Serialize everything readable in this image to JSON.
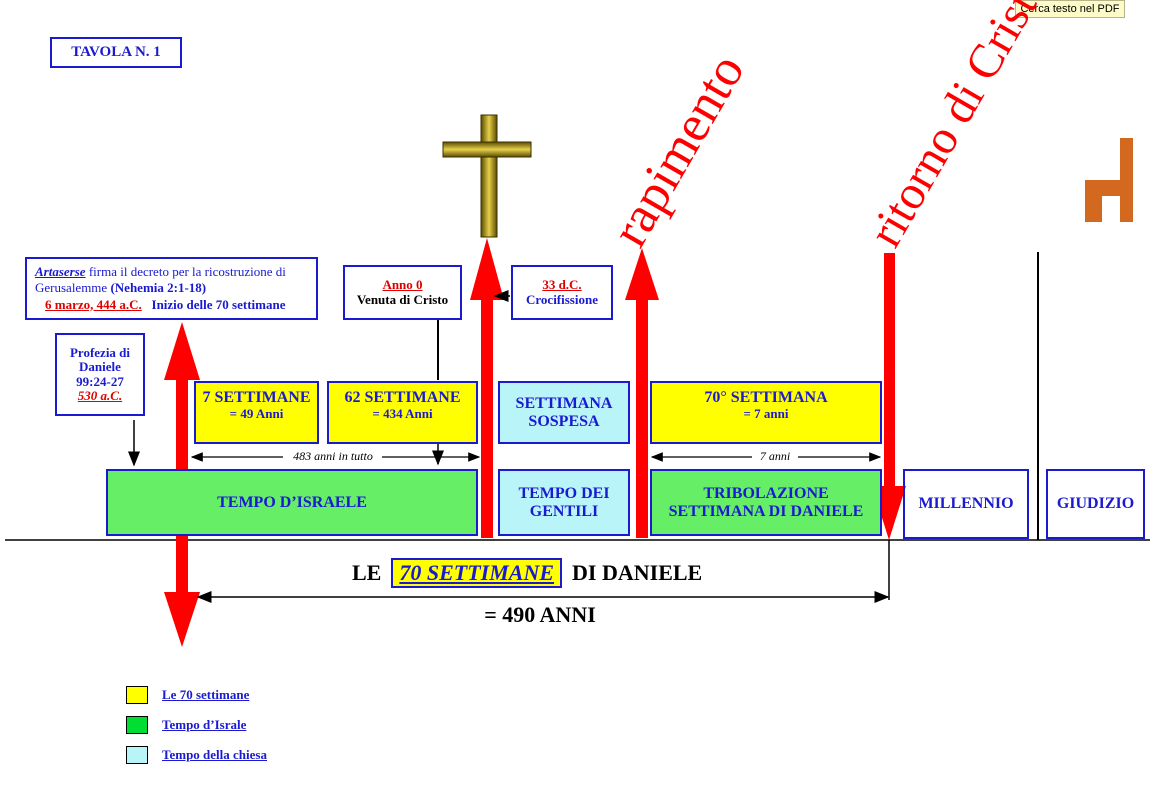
{
  "tooltip": "Cerca testo nel PDF",
  "tavola": "TAVOLA N. 1",
  "artaserse": {
    "name": "Artaserse",
    "text1": " firma il decreto per la ricostruzione di Gerusalemme ",
    "ref": "(Nehemia 2:1-18)",
    "date": "6 marzo, 444 a.C.",
    "text2": "Inizio delle 70 settimane"
  },
  "profezia": {
    "l1": "Profezia di",
    "l2": "Daniele",
    "l3": "99:24-27",
    "date": "530 a.C."
  },
  "anno0": {
    "title": "Anno 0",
    "sub": "Venuta di Cristo"
  },
  "crocifissione": {
    "title": "33 d.C.",
    "sub": "Crocifissione"
  },
  "weeks": {
    "w7": {
      "title": "7 SETTIMANE",
      "sub": "= 49 Anni"
    },
    "w62": {
      "title": "62 SETTIMANE",
      "sub": "= 434 Anni"
    },
    "sospesa": {
      "l1": "SETTIMANA",
      "l2": "SOSPESA"
    },
    "w70": {
      "title": "70° SETTIMANA",
      "sub": "= 7 anni"
    }
  },
  "spans": {
    "s483": "483 anni in tutto",
    "s7": "7 anni"
  },
  "periods": {
    "israele": "TEMPO D’ISRAELE",
    "gentili1": "TEMPO DEI",
    "gentili2": "GENTILI",
    "trib1": "TRIBOLAZIONE",
    "trib2": "SETTIMANA DI DANIELE",
    "millennio": "MILLENNIO",
    "giudizio": "GIUDIZIO"
  },
  "diagonal": {
    "rapimento": "rapimento",
    "ritorno": "ritorno di Cristo"
  },
  "footer": {
    "le": "LE",
    "settimane": "70 SETTIMANE",
    "didaniele": "DI DANIELE",
    "anni": "= 490 ANNI"
  },
  "legend": [
    {
      "label": "Le 70 settimane",
      "color": "#ffff00"
    },
    {
      "label": "Tempo d’Israle",
      "color": "#00dd33"
    },
    {
      "label": "Tempo della chiesa",
      "color": "#b8f4f8"
    }
  ],
  "colors": {
    "blue": "#1a1ad0",
    "red": "#ff0000",
    "yellow": "#ffff00",
    "green": "#66ee66",
    "cyan": "#b8f4f8",
    "orange": "#d2691e"
  }
}
